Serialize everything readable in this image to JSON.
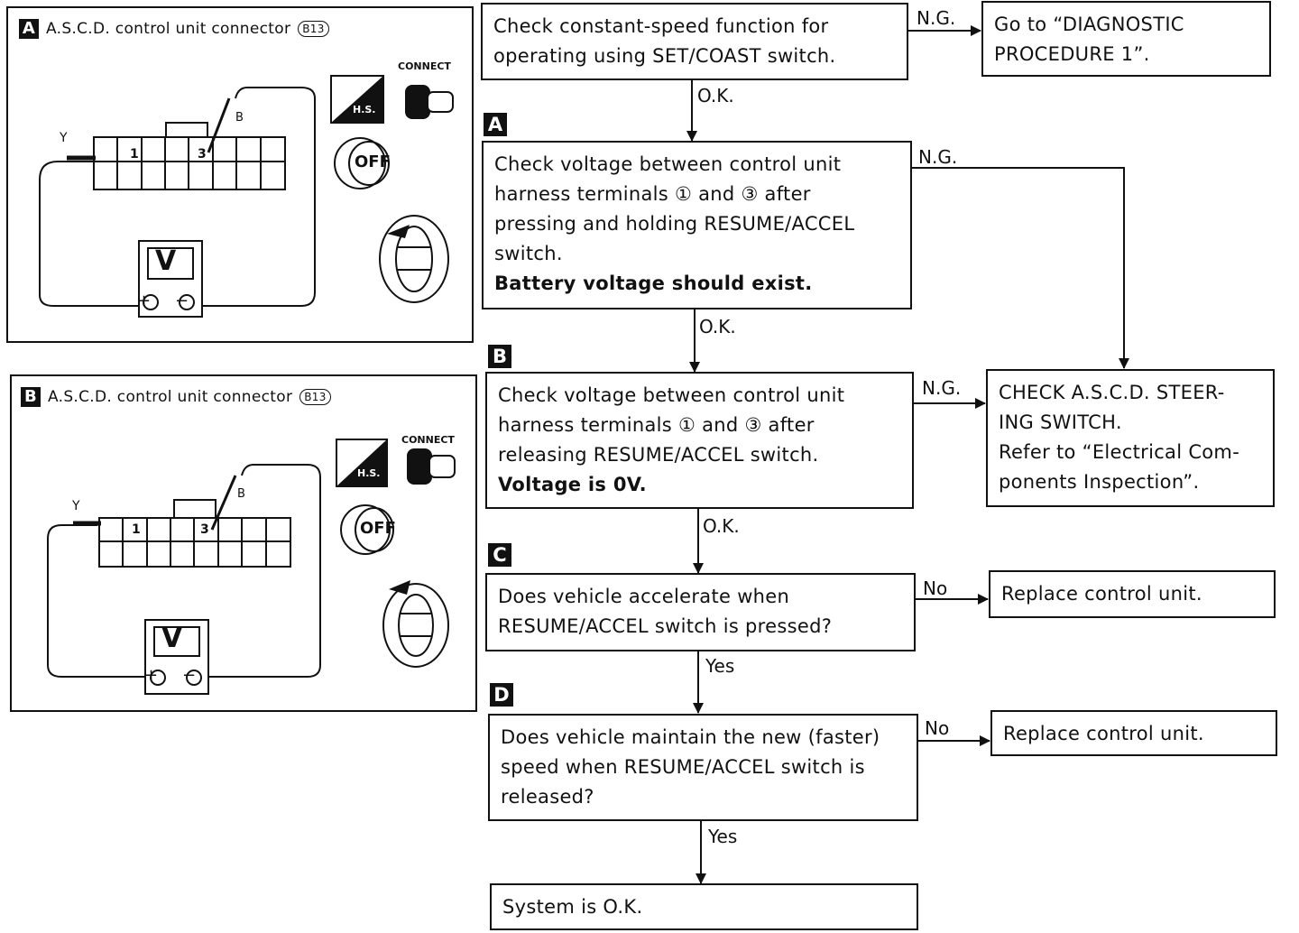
{
  "panels": [
    {
      "letter": "A",
      "title": "A.S.C.D. control unit connector",
      "connector_id": "B13",
      "wire_y": "Y",
      "wire_b": "B",
      "term1": "1",
      "term3": "3",
      "meter": "V",
      "hs": "H.S.",
      "connect": "CONNECT",
      "off": "OFF"
    },
    {
      "letter": "B",
      "title": "A.S.C.D. control unit connector",
      "connector_id": "B13",
      "wire_y": "Y",
      "wire_b": "B",
      "term1": "1",
      "term3": "3",
      "meter": "V",
      "hs": "H.S.",
      "connect": "CONNECT",
      "off": "OFF"
    }
  ],
  "flow": {
    "start": [
      "Check constant-speed function for",
      "operating using SET/COAST switch."
    ],
    "diag1": [
      "Go to “DIAGNOSTIC",
      "PROCEDURE 1”."
    ],
    "stepA": {
      "marker": "A",
      "lines": [
        "Check voltage between control unit",
        "harness terminals ① and ③ after",
        "pressing and holding RESUME/ACCEL",
        "switch."
      ],
      "bold": "Battery voltage should exist."
    },
    "stepB": {
      "marker": "B",
      "lines": [
        "Check voltage between control unit",
        "harness terminals ① and ③ after",
        "releasing RESUME/ACCEL switch."
      ],
      "bold": "Voltage is 0V."
    },
    "steering": [
      "CHECK A.S.C.D. STEER-",
      "ING SWITCH.",
      "Refer to “Electrical Com-",
      "ponents Inspection”."
    ],
    "stepC": {
      "marker": "C",
      "lines": [
        "Does vehicle accelerate when",
        "RESUME/ACCEL switch is pressed?"
      ]
    },
    "replace1": "Replace control unit.",
    "stepD": {
      "marker": "D",
      "lines": [
        "Does vehicle maintain the new (faster)",
        "speed when RESUME/ACCEL switch is",
        "released?"
      ]
    },
    "replace2": "Replace control unit.",
    "ok_box": "System is O.K.",
    "labels": {
      "ng1": "N.G.",
      "ok1": "O.K.",
      "ng2": "N.G.",
      "ok2": "O.K.",
      "ng3": "N.G.",
      "ok3": "O.K.",
      "no1": "No",
      "yes1": "Yes",
      "no2": "No",
      "yes2": "Yes"
    }
  }
}
